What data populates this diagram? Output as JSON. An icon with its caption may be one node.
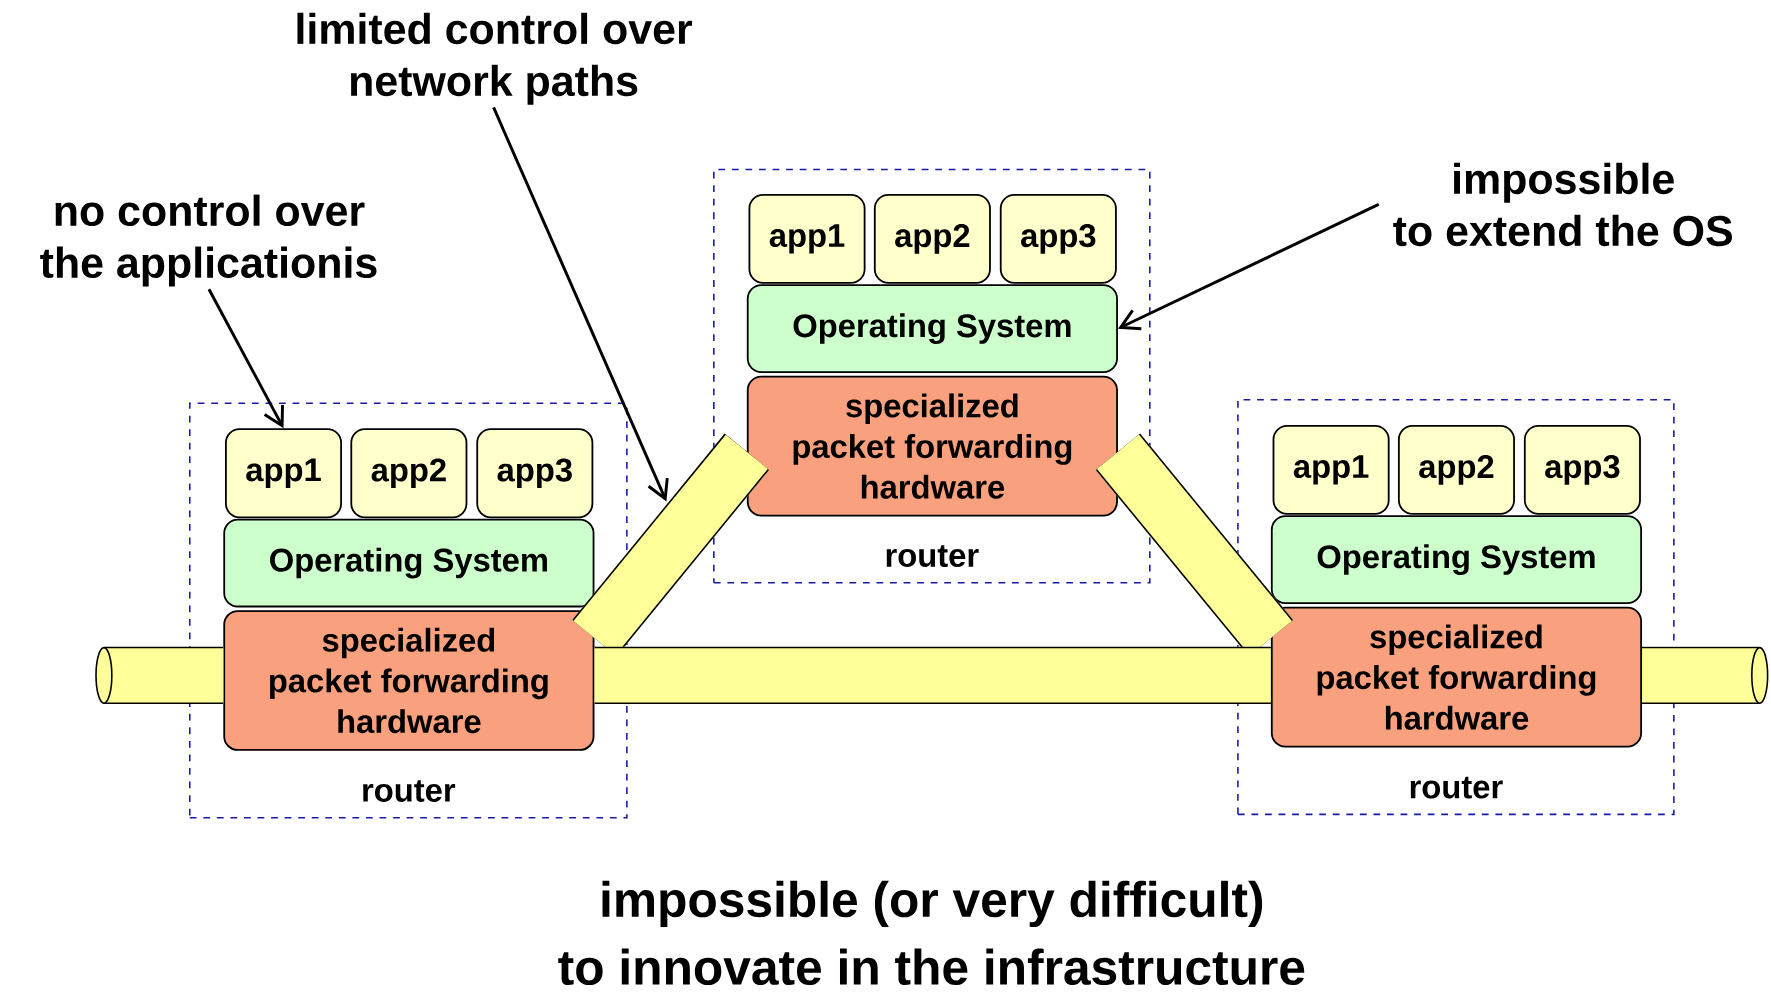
{
  "diagram": {
    "caption": "impossible (or very difficult) to innovate in the infrastructure",
    "nodes": [
      {
        "text": [
          "router"
        ]
      },
      {
        "text": [
          "app1"
        ],
        "in": 0
      },
      {
        "text": [
          "app2"
        ],
        "in": 0
      },
      {
        "text": [
          "app3"
        ],
        "in": 0
      },
      {
        "text": [
          "Operating System"
        ],
        "in": 0
      },
      {
        "text": [
          "specialized packet forwarding hardware"
        ],
        "in": 0
      },
      {
        "text": [
          "router"
        ]
      },
      {
        "text": [
          "app1"
        ],
        "in": 6
      },
      {
        "text": [
          "app2"
        ],
        "in": 6
      },
      {
        "text": [
          "app3"
        ],
        "in": 6
      },
      {
        "text": [
          "Operating System"
        ],
        "in": 6
      },
      {
        "text": [
          "specialized packet forwarding hardware"
        ],
        "in": 6
      },
      {
        "text": [
          "router"
        ]
      },
      {
        "text": [
          "app1"
        ],
        "in": 12
      },
      {
        "text": [
          "app2"
        ],
        "in": 12
      },
      {
        "text": [
          "app3"
        ],
        "in": 12
      },
      {
        "text": [
          "Operating System"
        ],
        "in": 12
      },
      {
        "text": [
          "specialized packet forwarding hardware"
        ],
        "in": 12
      },
      {
        "text": [
          "no control over the applicationis"
        ]
      },
      {
        "text": [
          "limited control over network paths"
        ]
      },
      {
        "text": [
          "impossible to extend the OS"
        ]
      }
    ],
    "edges": [
      {
        "from": 18,
        "to": 1,
        "arrow": "to",
        "color": "#000000"
      },
      {
        "from": 19,
        "to": null,
        "arrow": "to",
        "color": "#000000"
      },
      {
        "from": 20,
        "to": 10,
        "arrow": "to",
        "color": "#000000"
      },
      {
        "from": 5,
        "to": 11,
        "arrow": "none"
      },
      {
        "from": 11,
        "to": 17,
        "arrow": "none"
      },
      {
        "from": 5,
        "to": 17,
        "arrow": "none"
      },
      {
        "from": null,
        "to": 5,
        "arrow": "none"
      },
      {
        "from": 17,
        "to": null,
        "arrow": "none"
      }
    ]
  }
}
